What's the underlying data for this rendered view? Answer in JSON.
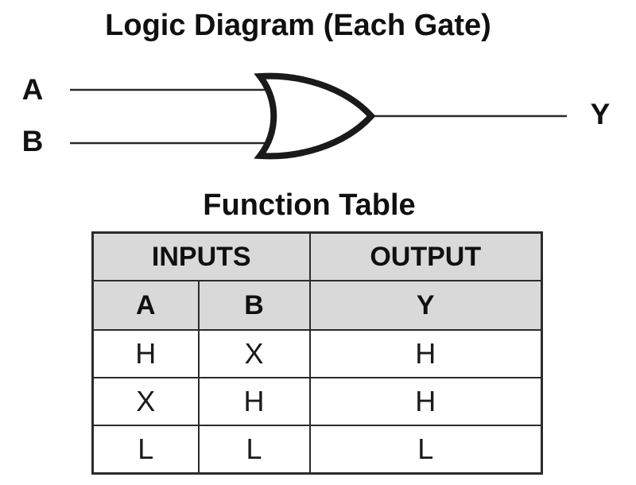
{
  "logic_diagram": {
    "title": "Logic Diagram (Each Gate)",
    "gate_symbol": "or-gate",
    "input_a_label": "A",
    "input_b_label": "B",
    "output_label": "Y"
  },
  "function_table": {
    "title": "Function Table",
    "group_headers": {
      "inputs": "INPUTS",
      "output": "OUTPUT"
    },
    "column_headers": {
      "a": "A",
      "b": "B",
      "y": "Y"
    },
    "rows": [
      {
        "a": "H",
        "b": "X",
        "y": "H"
      },
      {
        "a": "X",
        "b": "H",
        "y": "H"
      },
      {
        "a": "L",
        "b": "L",
        "y": "L"
      }
    ]
  },
  "colors": {
    "header_bg": "#d9d9d9",
    "border": "#2b2b2b",
    "line": "#2a2a2a",
    "gate_stroke": "#1a1a1a"
  }
}
